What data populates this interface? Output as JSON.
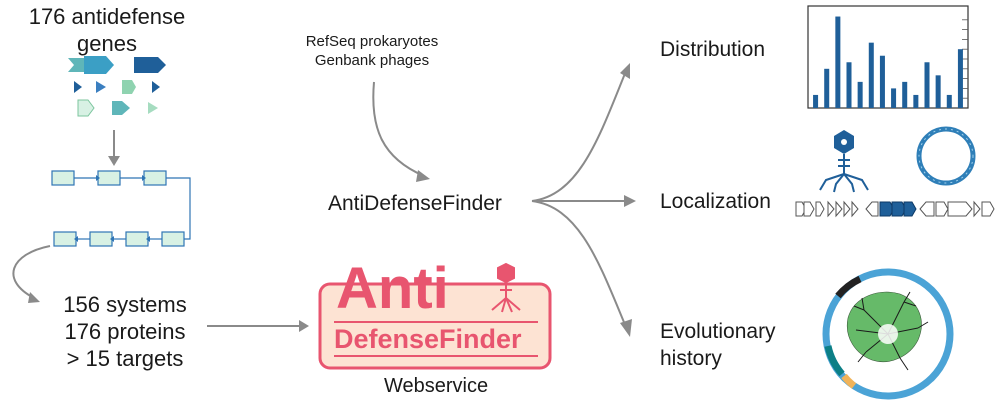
{
  "input": {
    "title_line1": "176 antidefense",
    "title_line2": "genes"
  },
  "sources": {
    "line1": "RefSeq prokaryotes",
    "line2": "Genbank phages"
  },
  "tool": {
    "name": "AntiDefenseFinder"
  },
  "summary": {
    "line1": "156 systems",
    "line2": "176 proteins",
    "line3": "> 15 targets"
  },
  "logo": {
    "word_top": "Anti",
    "word_bottom": "DefenseFinder"
  },
  "webservice": {
    "label": "Webservice"
  },
  "outputs": {
    "distribution": "Distribution",
    "localization": "Localization",
    "evolution_line1": "Evolutionary",
    "evolution_line2": "history"
  },
  "distribution_chart": {
    "type": "bar",
    "values": [
      2,
      6,
      14,
      7,
      4,
      10,
      8,
      3,
      4,
      2,
      7,
      5,
      2,
      9
    ],
    "ylim": [
      0,
      15
    ]
  },
  "colors": {
    "dark_blue": "#1f5f99",
    "mid_blue": "#3b7fc0",
    "teal": "#5fb6b9",
    "light_green": "#cdeedd",
    "arrow_grey": "#8a8a8a",
    "logo_pink": "#e8556f",
    "logo_fill": "#fde3d3",
    "ring_blue": "#4ba3d6",
    "tree_green": "#4caf50"
  }
}
